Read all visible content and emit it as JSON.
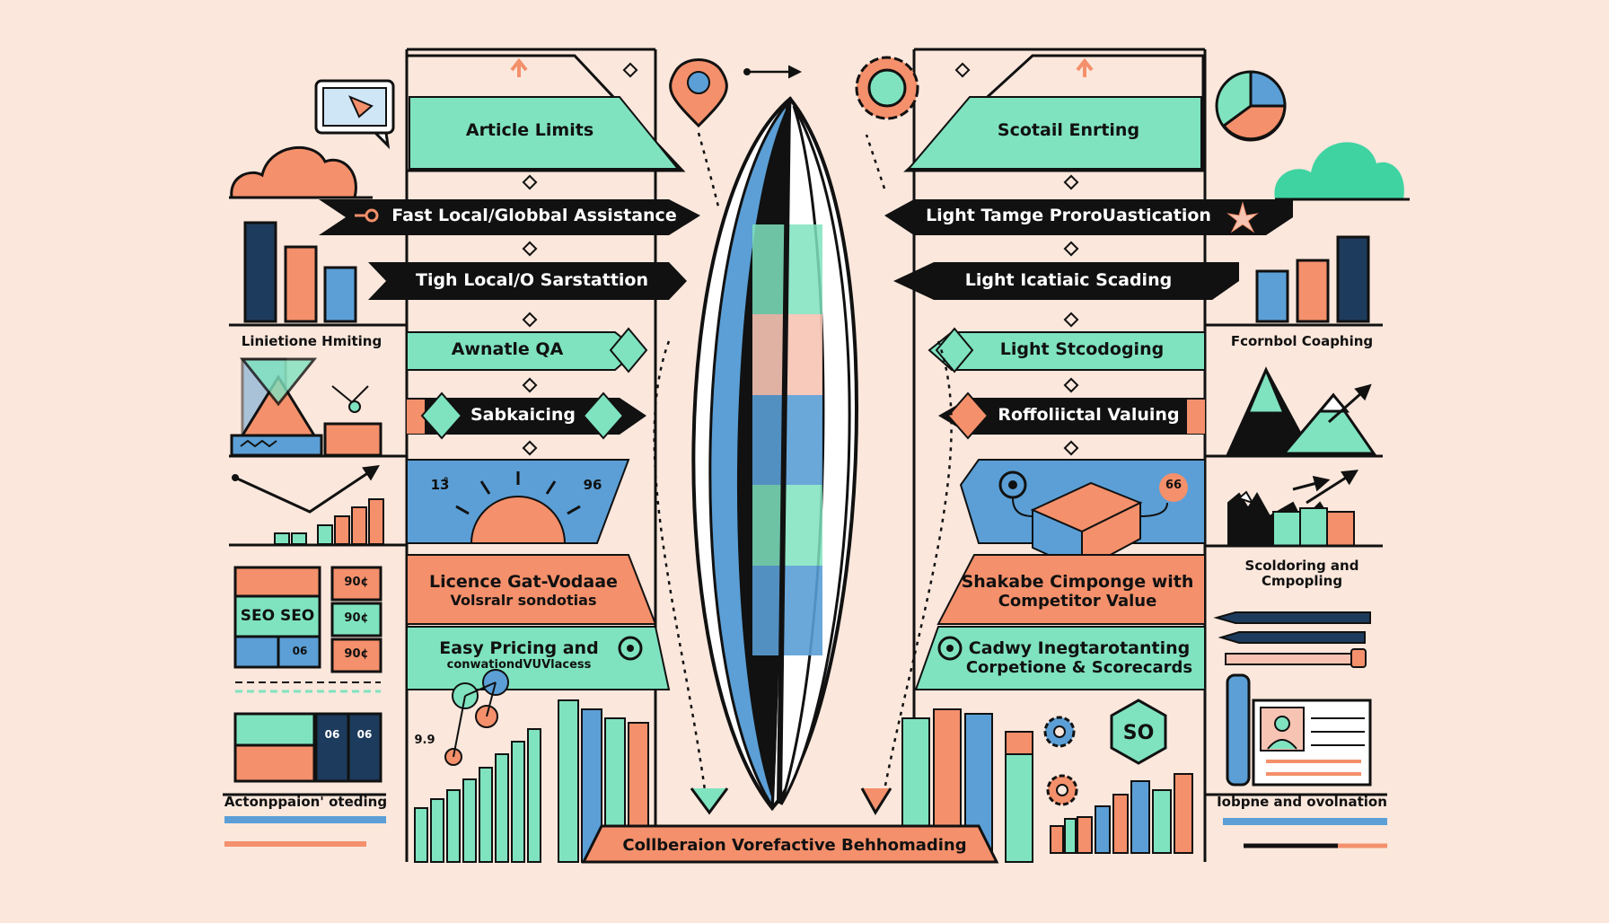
{
  "left_panel": {
    "header": "Article Limits",
    "rows": [
      "Fast Local/Globbal Assistance",
      "Tigh Local/O Sarstattion",
      "Awnatle QA",
      "Sabkaicing"
    ],
    "sun_numbers": [
      "13̊",
      "96"
    ],
    "lower_blocks": [
      {
        "line1": "Licence Gat-Vodaae",
        "line2": "Volsralr sondotias"
      },
      {
        "line1": "Easy Pricing   and",
        "line2": "conwationdVUVlacess"
      }
    ]
  },
  "right_panel": {
    "header": "Scotail Enrting",
    "rows": [
      "Light Tamge ProroUastication",
      "Light Icatiaic Scading",
      "Light Stcodoging",
      "Roffoliictal Valuing"
    ],
    "box_badge": "66",
    "lower_blocks": [
      {
        "line1": "Shakabe Cimponge with",
        "line2": "Competitor Value"
      },
      {
        "line1": "Cadwy Inegtarotanting",
        "line2": "Corpetione & Scorecards"
      }
    ]
  },
  "bottom_banner": "Collberaion Vorefactive Behhomading",
  "left_side": {
    "label_1": "Linietione Hmiting",
    "seo_text": "SEO SEO",
    "price_tags": [
      "90¢",
      "90¢",
      "90¢"
    ],
    "blue_cell": "06",
    "dark_cells": [
      "06",
      "06"
    ],
    "label_2": "Actonppaion' oteding",
    "scatter_value": "9.9"
  },
  "right_side": {
    "label_1": "Fcornbol Coaphing",
    "label_2": "Scoldoring and Cmpopling",
    "hex_badge": "SO",
    "label_3": "Iobpne and ovolnation"
  },
  "colors": {
    "background": "#fbe7dc",
    "mint": "#7fe3c0",
    "salmon": "#f4906b",
    "blue": "#5b9fd6",
    "navy": "#1d3b5c",
    "black": "#111111"
  }
}
